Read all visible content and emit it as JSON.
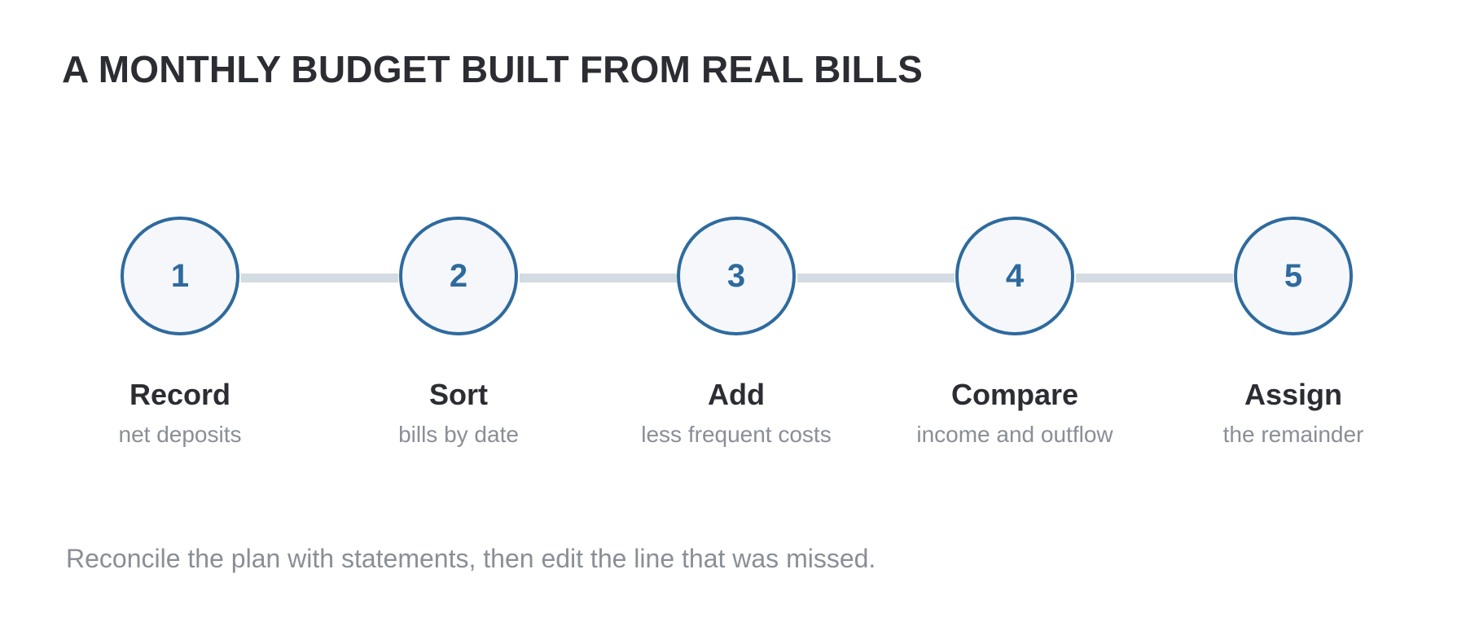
{
  "title": "A MONTHLY BUDGET BUILT FROM REAL BILLS",
  "steps": [
    {
      "number": "1",
      "title": "Record",
      "subtitle": "net deposits"
    },
    {
      "number": "2",
      "title": "Sort",
      "subtitle": "bills by date"
    },
    {
      "number": "3",
      "title": "Add",
      "subtitle": "less frequent costs"
    },
    {
      "number": "4",
      "title": "Compare",
      "subtitle": "income and outflow"
    },
    {
      "number": "5",
      "title": "Assign",
      "subtitle": "the remainder"
    }
  ],
  "footer": "Reconcile the plan with statements, then edit the line that was missed.",
  "colors": {
    "accent": "#2e6a9e",
    "connector": "#d3dbe3",
    "circle_fill": "#f5f7fa",
    "title_text": "#2b2d33",
    "muted_text": "#8a8e96"
  }
}
